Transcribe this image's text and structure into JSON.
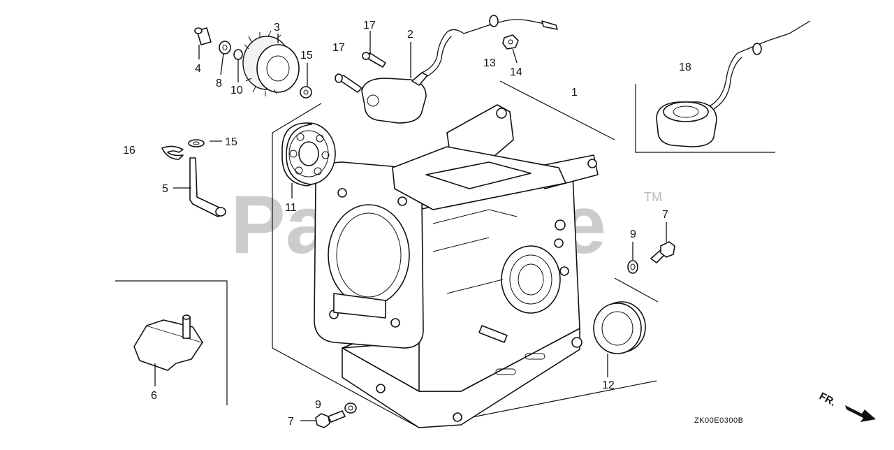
{
  "callouts": {
    "c1": "1",
    "c2": "2",
    "c3": "3",
    "c4": "4",
    "c5": "5",
    "c6": "6",
    "c7a": "7",
    "c7b": "7",
    "c8": "8",
    "c9a": "9",
    "c9b": "9",
    "c10": "10",
    "c11": "11",
    "c12": "12",
    "c13": "13",
    "c14": "14",
    "c15a": "15",
    "c15b": "15",
    "c16": "16",
    "c17a": "17",
    "c17b": "17",
    "c18": "18"
  },
  "diagram_code": "ZK00E0300B",
  "watermark": {
    "text": "PartsTree",
    "tm": "TM"
  },
  "direction_label": "FR."
}
